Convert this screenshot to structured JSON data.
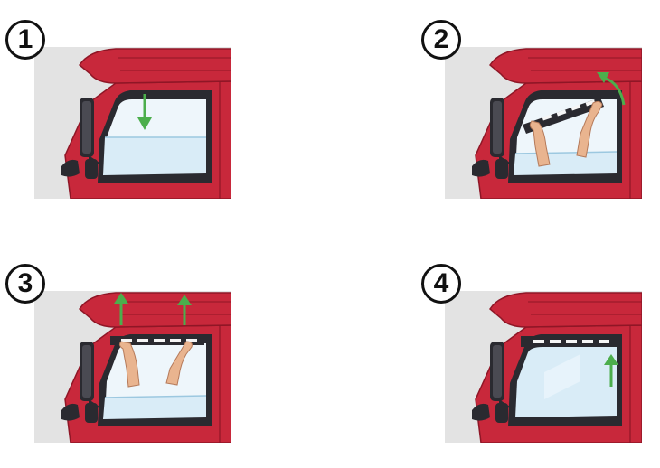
{
  "steps": [
    {
      "number": "1"
    },
    {
      "number": "2"
    },
    {
      "number": "3"
    },
    {
      "number": "4"
    }
  ],
  "colors": {
    "cab_red": "#c8283b",
    "cab_red_dark": "#8f1626",
    "glass": "#d9ecf7",
    "frame_dark": "#2a2a30",
    "arrow_green": "#4cae4c",
    "skin": "#e9b48f",
    "background_grey": "#e3e3e3"
  },
  "icons": {
    "down_arrow": "arrow-down-icon",
    "up_arrow": "arrow-up-icon",
    "curved_arrow": "curved-arrow-icon",
    "hand": "hand-icon"
  }
}
